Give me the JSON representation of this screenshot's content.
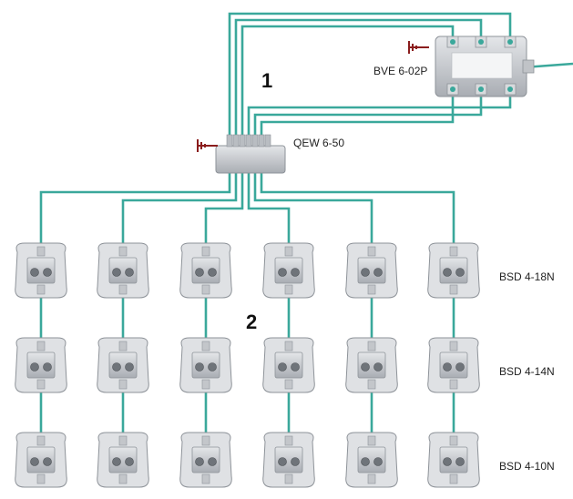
{
  "labels": {
    "splitter": "BVE 6-02P",
    "multiswitch": "QEW 6-50",
    "row1": "BSD 4-18N",
    "row2": "BSD 4-14N",
    "row3": "BSD 4-10N"
  },
  "numbers": {
    "one": "1",
    "two": "2"
  },
  "colors": {
    "cable": "#3aa89b",
    "ground": "#8b1d1d",
    "device_body": "#c9ccd0",
    "device_dark": "#8e9399"
  },
  "grid": {
    "columns": 6,
    "rows": 3
  }
}
